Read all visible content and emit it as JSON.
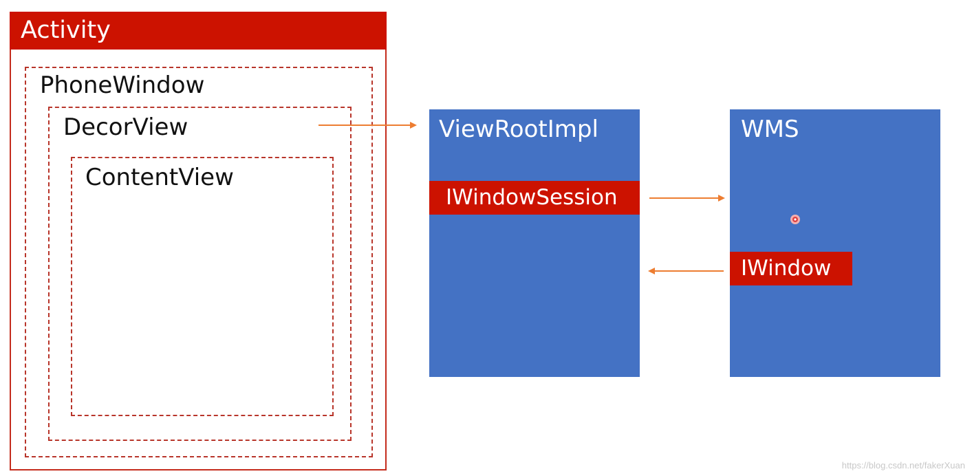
{
  "activity": {
    "title": "Activity",
    "phone_window": "PhoneWindow",
    "decor_view": "DecorView",
    "content_view": "ContentView"
  },
  "view_root_impl": {
    "title": "ViewRootImpl",
    "session": "IWindowSession"
  },
  "wms": {
    "title": "WMS",
    "window": "IWindow"
  },
  "watermark": "https://blog.csdn.net/fakerXuan",
  "colors": {
    "red": "#cc1200",
    "blue": "#4472c4",
    "arrow": "#ed7d31",
    "dashed": "#b8352a"
  }
}
